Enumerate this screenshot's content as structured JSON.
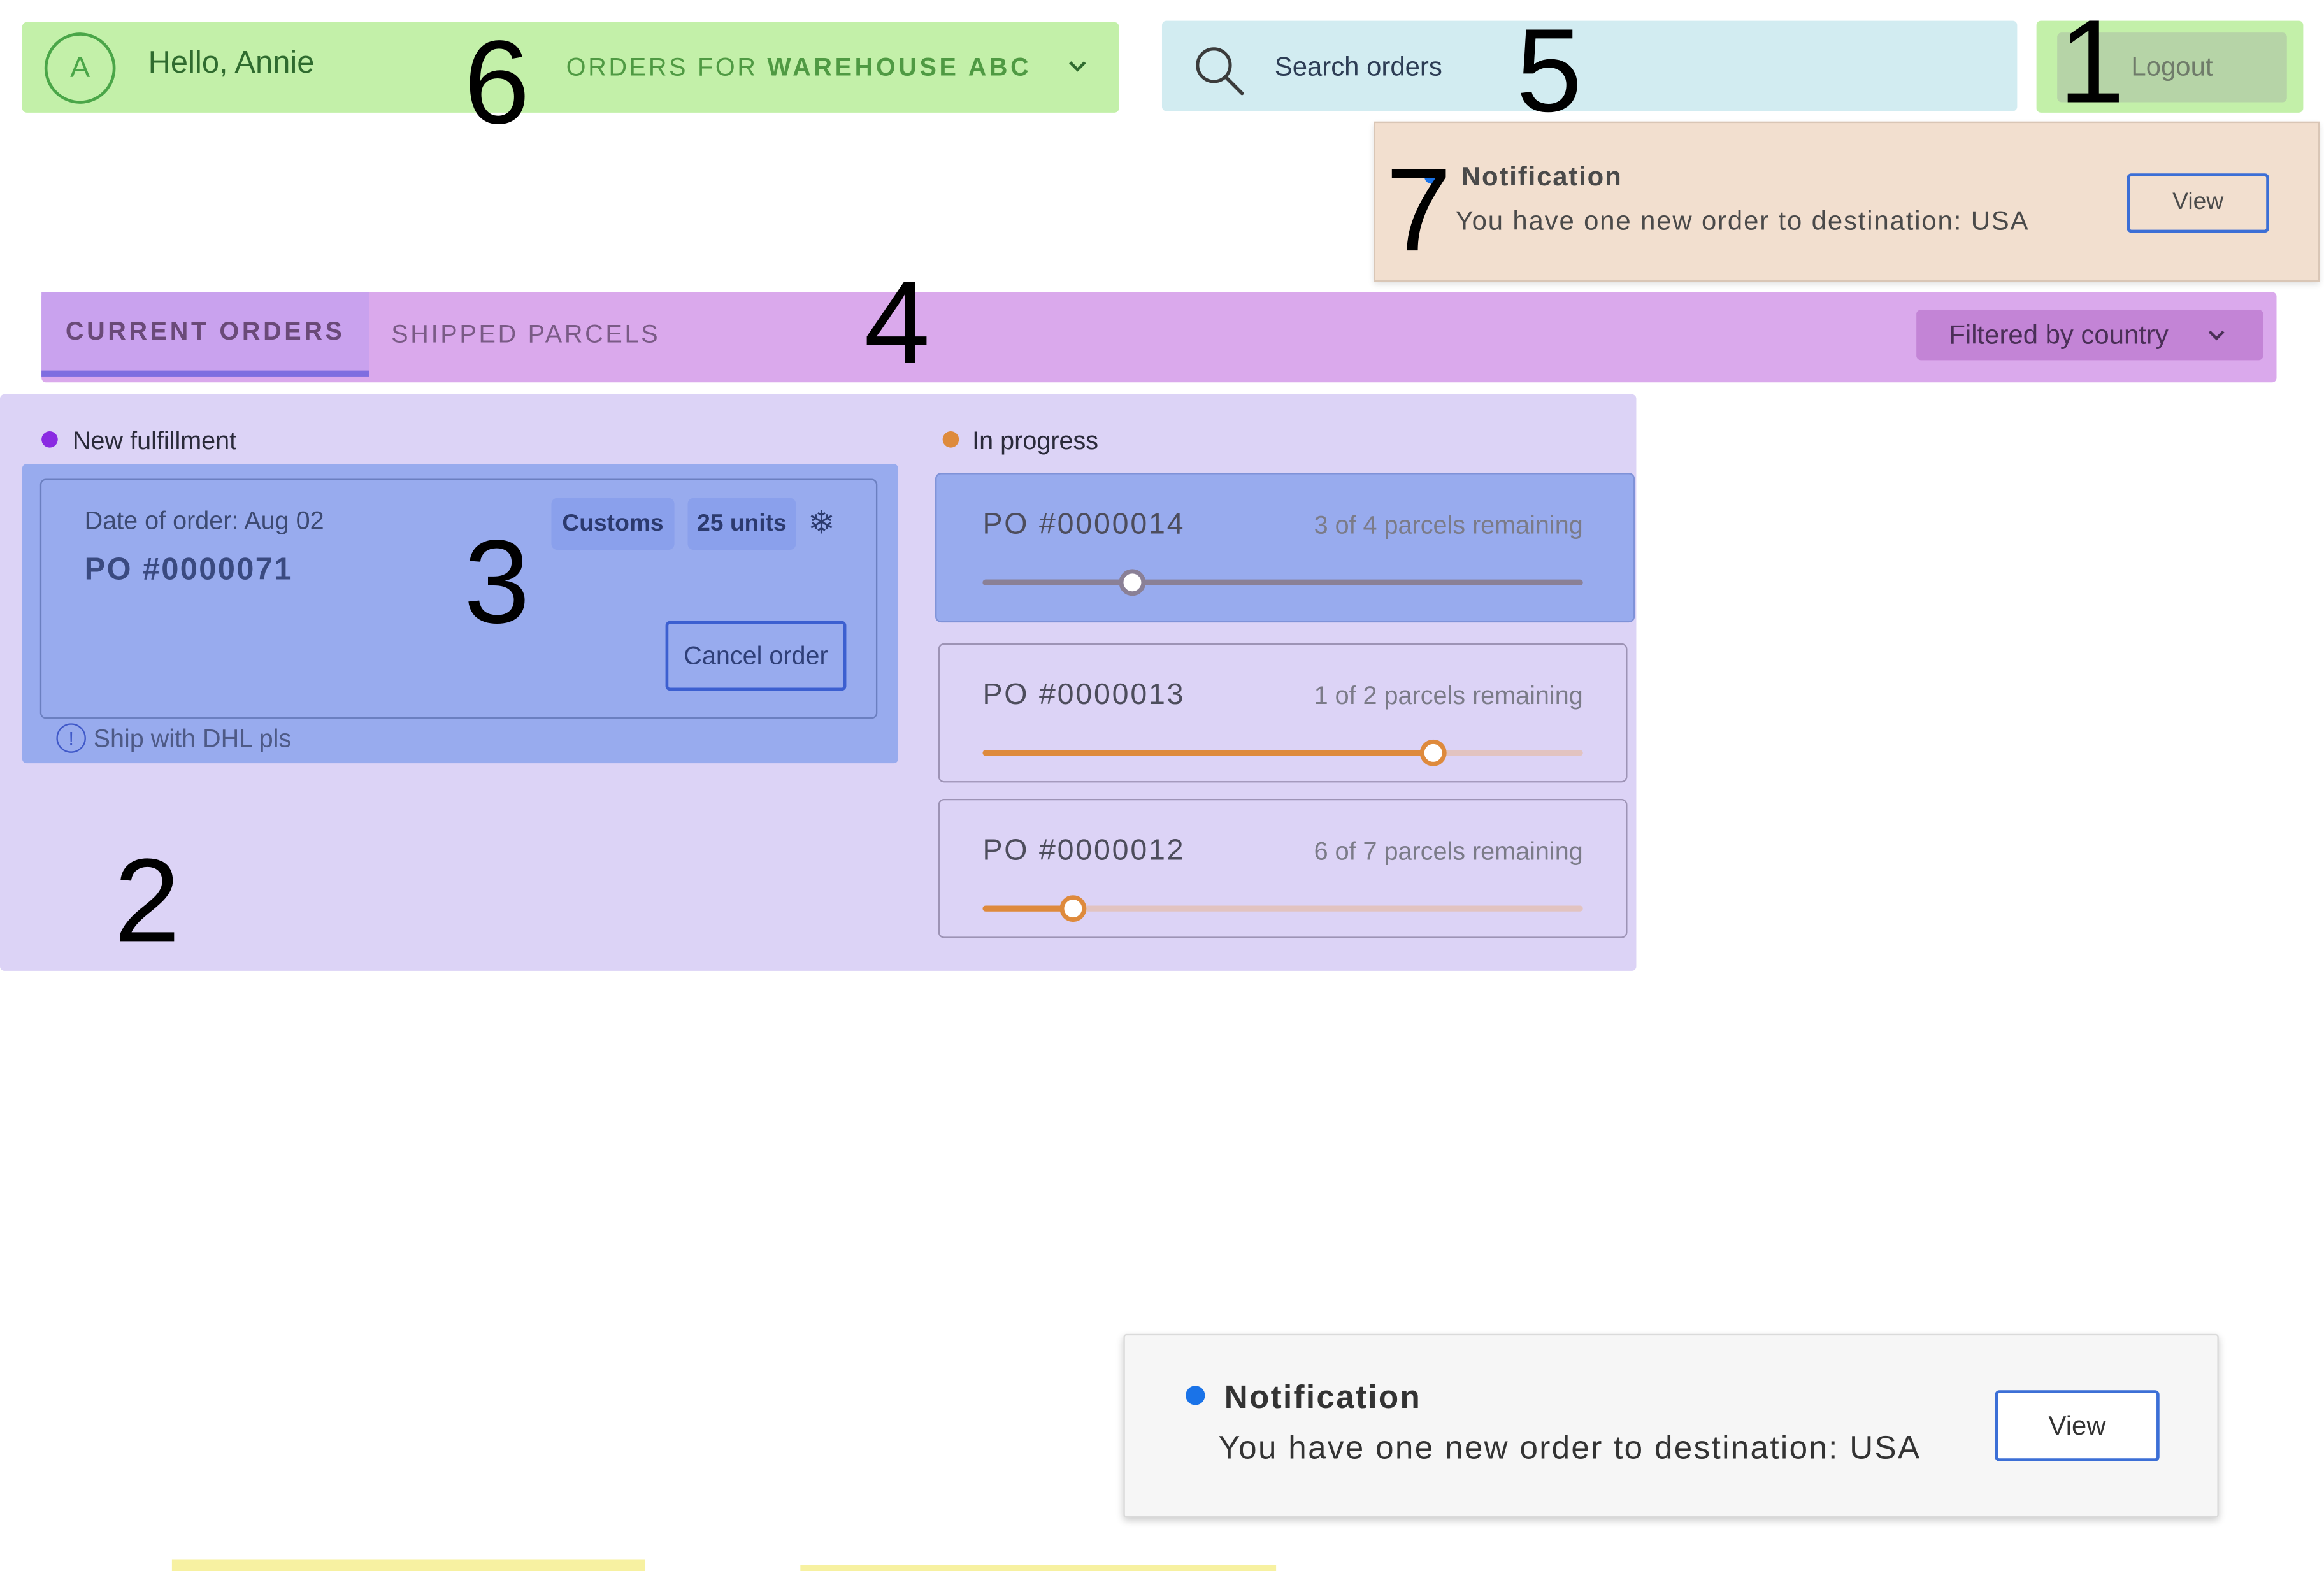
{
  "header": {
    "avatar_initial": "A",
    "greeting": "Hello, Annie",
    "orders_for_prefix": "ORDERS FOR",
    "warehouse_name": "WAREHOUSE ABC",
    "warehouse_dropdown_icon": "chevron-down-icon"
  },
  "search": {
    "icon": "search-icon",
    "placeholder": "Search orders"
  },
  "account": {
    "logout_label": "Logout"
  },
  "notification_panel": {
    "title": "Notification",
    "message": "You have one new order to destination: USA",
    "view_label": "View",
    "dot_color": "#1a73e8"
  },
  "tabs": {
    "items": [
      {
        "label": "CURRENT ORDERS",
        "active": true
      },
      {
        "label": "SHIPPED PARCELS",
        "active": false
      }
    ],
    "filter_label": "Filtered by country",
    "filter_icon": "chevron-down-icon"
  },
  "board": {
    "new_fulfillment": {
      "label": "New fulfillment",
      "dot_color": "#8a2be2",
      "card": {
        "date_label": "Date of order: Aug 02",
        "po": "PO #0000071",
        "chips": [
          "Customs",
          "25 units"
        ],
        "chip_icon": "snowflake-icon",
        "cancel_label": "Cancel order",
        "note_icon": "info-icon",
        "note": "Ship with DHL pls"
      }
    },
    "in_progress": {
      "label": "In progress",
      "dot_color": "#de8a3c",
      "orders": [
        {
          "po": "PO #0000014",
          "remaining": "3 of 4 parcels remaining",
          "progress": 0.25,
          "selected": true
        },
        {
          "po": "PO #0000013",
          "remaining": "1 of 2 parcels remaining",
          "progress": 0.75,
          "selected": false
        },
        {
          "po": "PO #0000012",
          "remaining": "6 of 7 parcels remaining",
          "progress": 0.15,
          "selected": false
        }
      ]
    }
  },
  "toast": {
    "title": "Notification",
    "message": "You have one new order to destination: USA",
    "view_label": "View",
    "dot_color": "#1a73e8"
  },
  "region_markers": [
    "1",
    "2",
    "3",
    "4",
    "5",
    "6",
    "7"
  ],
  "colors": {
    "region_green": "#c3f0a9",
    "region_cyan": "#d2ecf1",
    "region_peach": "#f2dfcf",
    "region_magenta": "#daa9ec",
    "region_lavender": "#dcd3f6",
    "region_blue": "#98abee",
    "progress_orange": "#de8a3c",
    "progress_grey": "#8a8096"
  }
}
